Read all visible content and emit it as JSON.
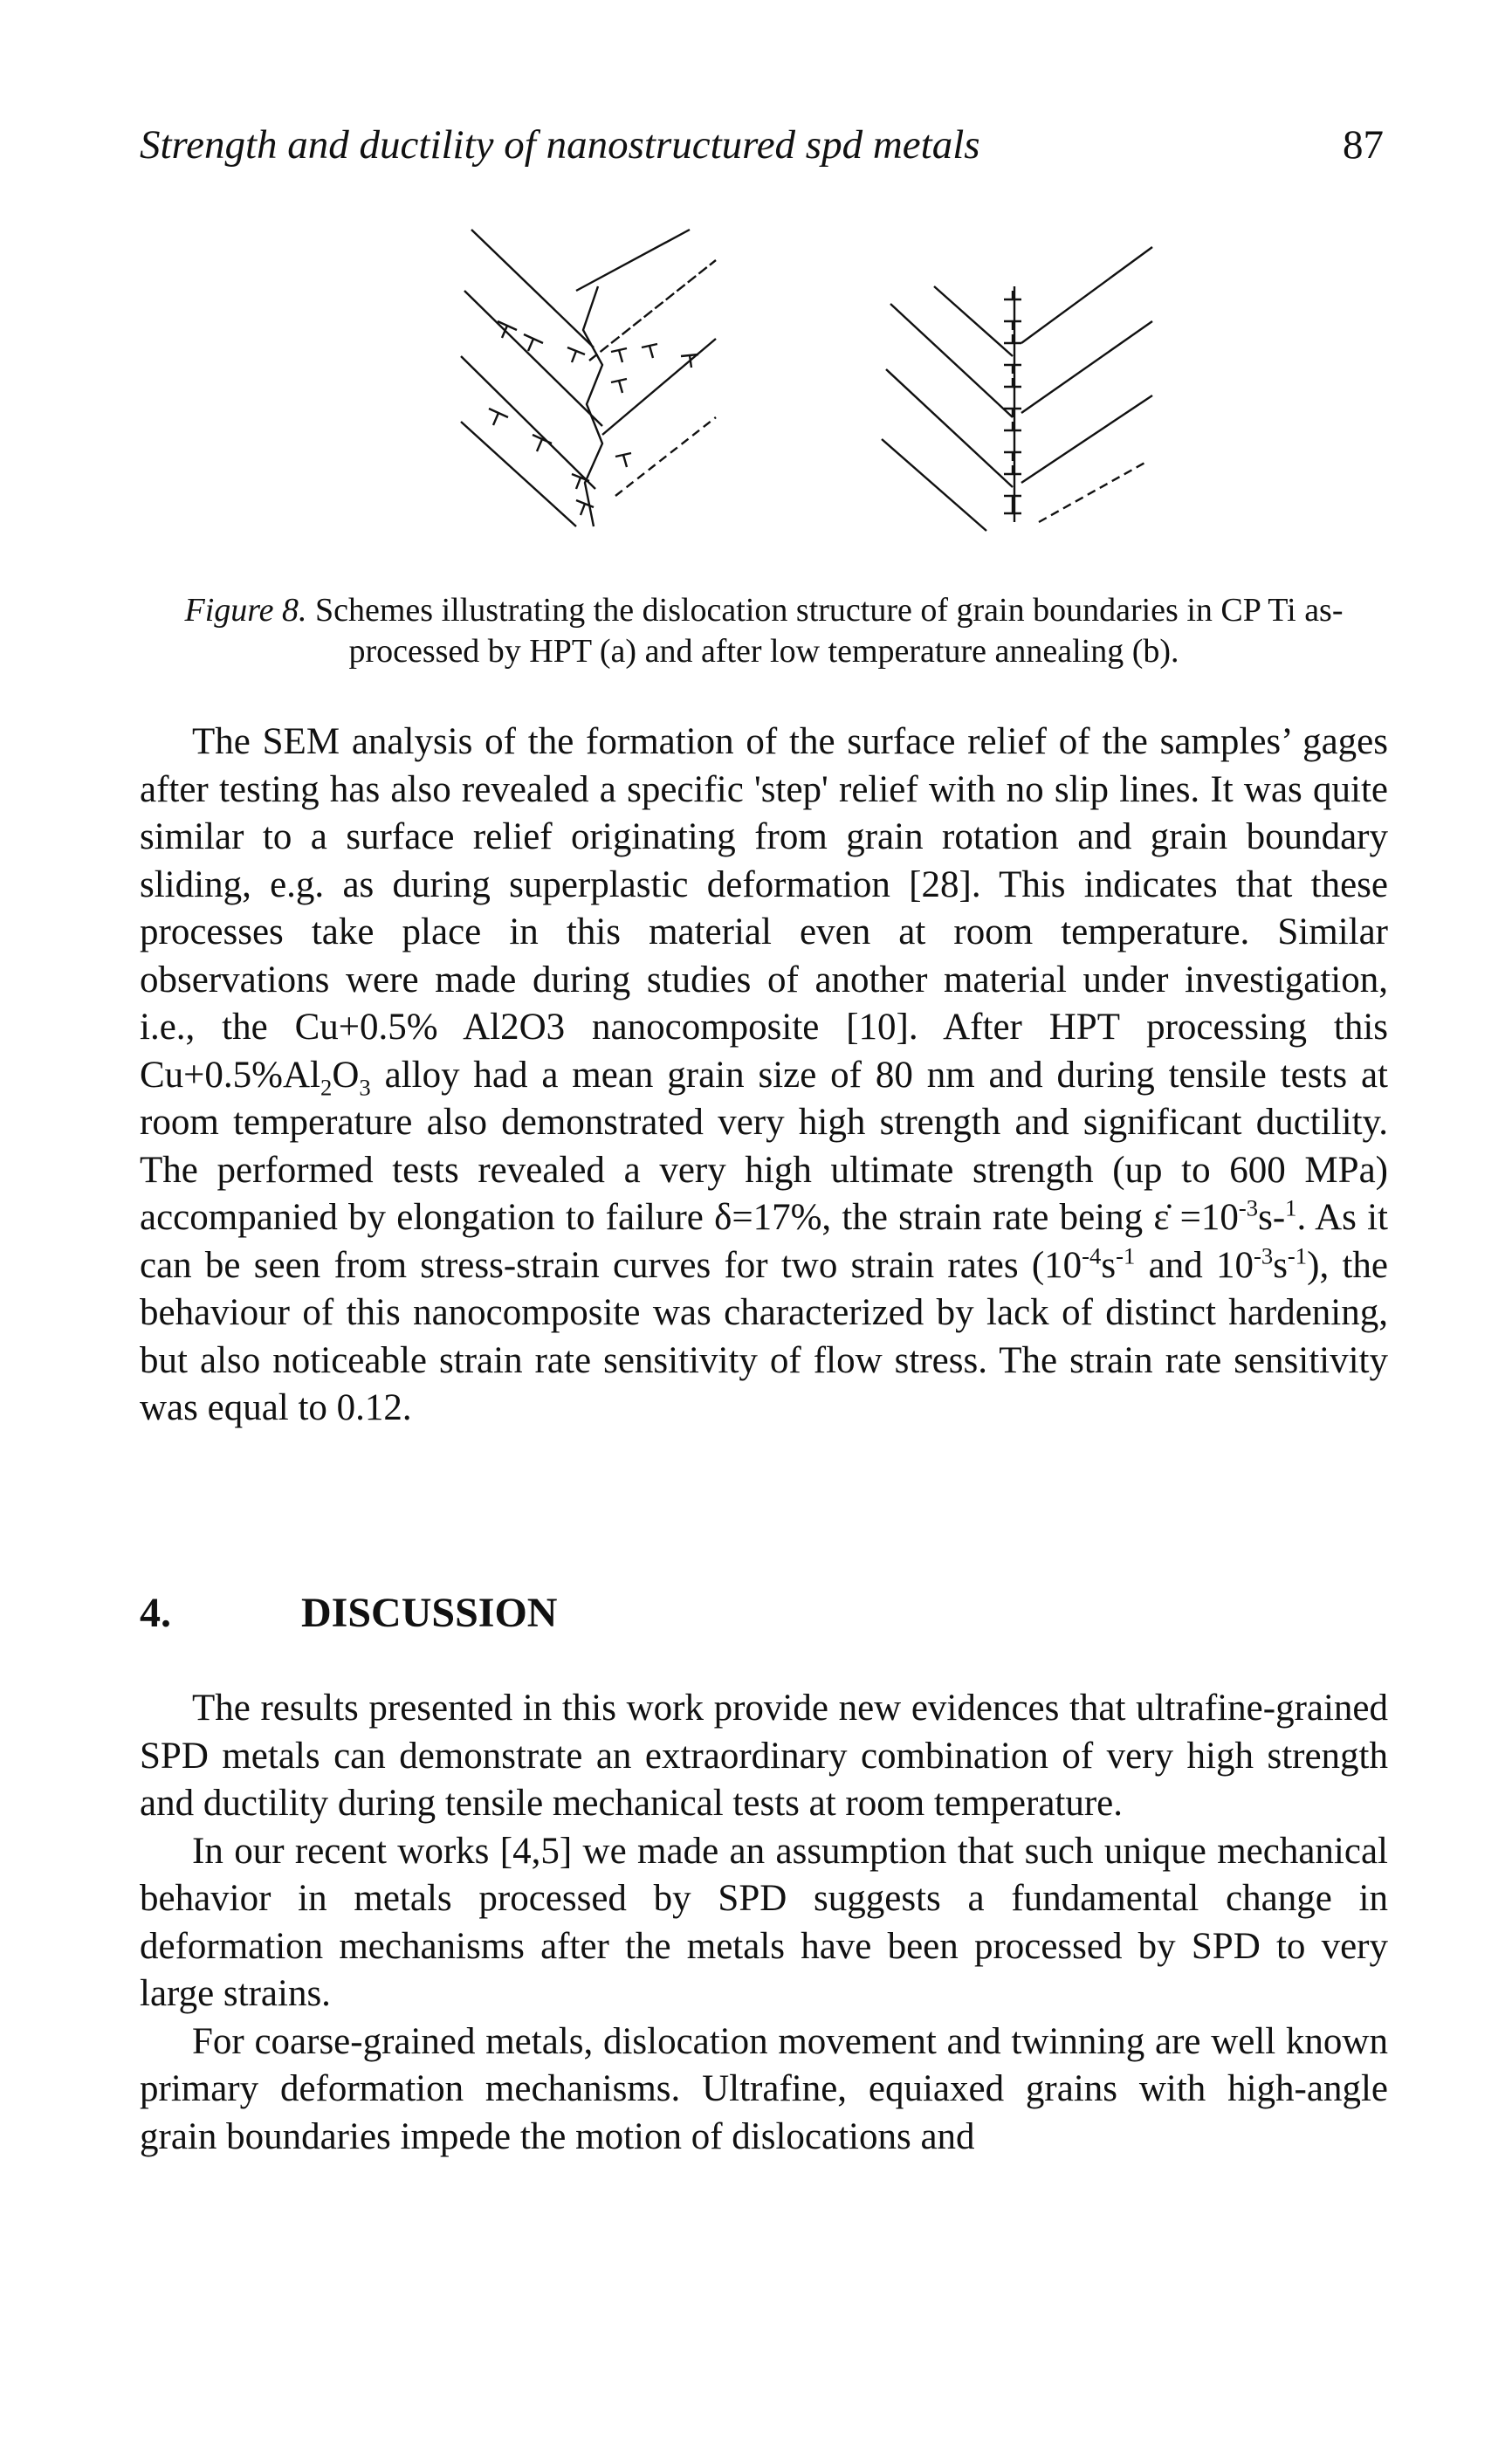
{
  "header": {
    "running_title": "Strength and ductility of nanostructured spd metals",
    "page_number": "87"
  },
  "figure": {
    "caption_label": "Figure 8.",
    "caption_text": "Schemes illustrating the dislocation structure of grain boundaries in CP Ti as-processed by HPT (a) and after low temperature annealing (b)."
  },
  "body1": {
    "p1_a": "The SEM analysis of the formation of the surface relief of the samples’ gages after testing has also revealed a specific 'step' relief with no slip lines. It was quite similar to a surface relief originating from grain rotation and grain boundary sliding, e.g. as during superplastic deformation [28]. This indicates that these processes take place in this material even at room temperature. Similar observations were made during studies of another material under investigation, i.e., the Cu+0.5% Al2O3 nanocomposite [10]. After HPT processing this Cu+0.5%Al",
    "sub2a": "2",
    "o_text": "O",
    "sub3": "3",
    "p1_b": " alloy had a mean grain size of 80 nm and during tensile tests at room temperature also demonstrated very high strength and significant ductility. The performed tests revealed a very high ultimate strength (up to 600 MPa) accompanied by elongation to failure δ=17%, the strain rate being ",
    "eps": "ε̇",
    "eq1": " =10",
    "sup_m3a": "-3",
    "s_text": "s-",
    "sup_1a": "1",
    "p1_c": ". As it can be seen from stress-strain curves for two strain rates (10",
    "sup_m4": "-4",
    "s2": "s",
    "sup_m1a": "-1",
    "and": " and 10",
    "sup_m3b": "-3",
    "s3": "s",
    "sup_m1b": "-1",
    "p1_d": "), the behaviour of this nanocomposite was characterized by lack of distinct hardening, but also noticeable strain rate sensitivity of flow stress. The strain rate sensitivity was equal to 0.12."
  },
  "section": {
    "number": "4.",
    "title": "DISCUSSION"
  },
  "body2": {
    "p1": "The results presented in this work provide new evidences that ultrafine-grained SPD metals can demonstrate an extraordinary combination of very high strength and ductility during tensile mechanical tests at room temperature.",
    "p2": "In our recent works [4,5] we made an assumption that such unique mechanical behavior in metals processed by SPD suggests a fundamental change in deformation mechanisms after the metals have been processed by SPD to very large strains.",
    "p3": "For coarse-grained metals, dislocation movement and twinning are well known primary deformation mechanisms. Ultrafine, equiaxed grains with high-angle grain boundaries impede the motion of dislocations and"
  }
}
